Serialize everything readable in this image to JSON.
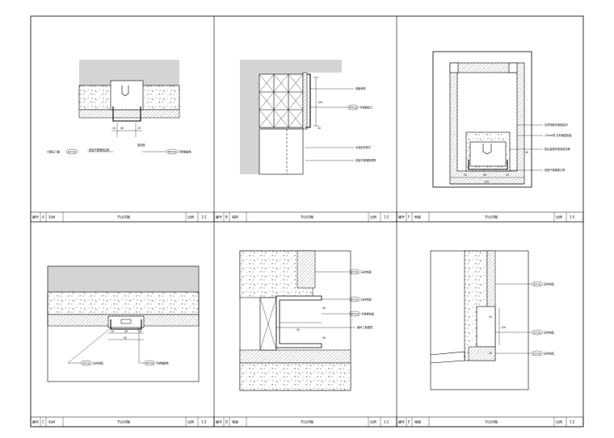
{
  "sheet": {
    "panels": [
      {
        "id": "a",
        "title_block": {
          "label": "编号",
          "code": "A",
          "material": "石材",
          "title": "节点详图",
          "scale_label": "比例",
          "scale": "1:2"
        },
        "callouts": [
          {
            "tag": "ST-02",
            "text": "大理石门槛",
            "side": "left"
          },
          {
            "tag": "MT-01",
            "text": "不锈钢嵌条",
            "side": "right"
          }
        ],
        "notes": [
          "成品不锈钢收边条",
          "密封胶"
        ],
        "dims": [
          "10",
          "40",
          "10"
        ]
      },
      {
        "id": "b",
        "title_block": {
          "label": "编号",
          "code": "B",
          "material": "墙砖",
          "title": "节点详图",
          "scale_label": "比例",
          "scale": "1:2"
        },
        "callouts": [
          {
            "tag": "MT-01",
            "text": "不锈钢收口",
            "side": "right"
          }
        ],
        "notes": [
          "墙面瓷砖",
          "水泥砂浆找平",
          "成品不锈钢阳角条"
        ],
        "dims": [
          "120",
          "10"
        ]
      },
      {
        "id": "c",
        "title_block": {
          "label": "编号",
          "code": "F",
          "material": "地面",
          "title": "节点详图",
          "scale_label": "比例",
          "scale": "1:5"
        },
        "callouts": [],
        "notes": [
          "石材饰面专用粘结剂",
          "12mm厚  石材面层贴装",
          "铝合金型材成品收边条",
          "成品不锈钢收口条"
        ],
        "dims": [
          "25",
          "50",
          "25",
          "120",
          "40"
        ]
      },
      {
        "id": "d",
        "title_block": {
          "label": "编号",
          "code": "C",
          "material": "石材",
          "title": "节点详图",
          "scale_label": "比例",
          "scale": "1:2"
        },
        "callouts": [
          {
            "tag": "ST-01",
            "text": "石材饰面",
            "side": "left"
          },
          {
            "tag": "MT-01",
            "text": "不锈钢嵌条",
            "side": "right"
          }
        ],
        "notes": [],
        "dims": [
          "10",
          "40",
          "10",
          "50"
        ]
      },
      {
        "id": "e",
        "title_block": {
          "label": "编号",
          "code": "D",
          "material": "墙面",
          "title": "节点详图",
          "scale_label": "比例",
          "scale": "1:2"
        },
        "callouts": [
          {
            "tag": "ST-01",
            "text": "石材饰面",
            "side": "right"
          },
          {
            "tag": "ST-01",
            "text": "石材饰面",
            "side": "right"
          },
          {
            "tag": "MT-01",
            "text": "不锈钢饰面",
            "side": "right"
          }
        ],
        "notes": [
          "细木工板基层"
        ],
        "dims": [
          "50",
          "20",
          "20"
        ]
      },
      {
        "id": "f",
        "title_block": {
          "label": "编号",
          "code": "E",
          "material": "墙面",
          "title": "节点详图",
          "scale_label": "比例",
          "scale": "1:2"
        },
        "callouts": [
          {
            "tag": "ST-01",
            "text": "石材饰面",
            "side": "right"
          },
          {
            "tag": "ST-01",
            "text": "石材饰面",
            "side": "right"
          },
          {
            "tag": "ST-01",
            "text": "石材饰面",
            "side": "right"
          }
        ],
        "notes": [],
        "dims": [
          "20",
          "120",
          "20"
        ]
      }
    ]
  }
}
